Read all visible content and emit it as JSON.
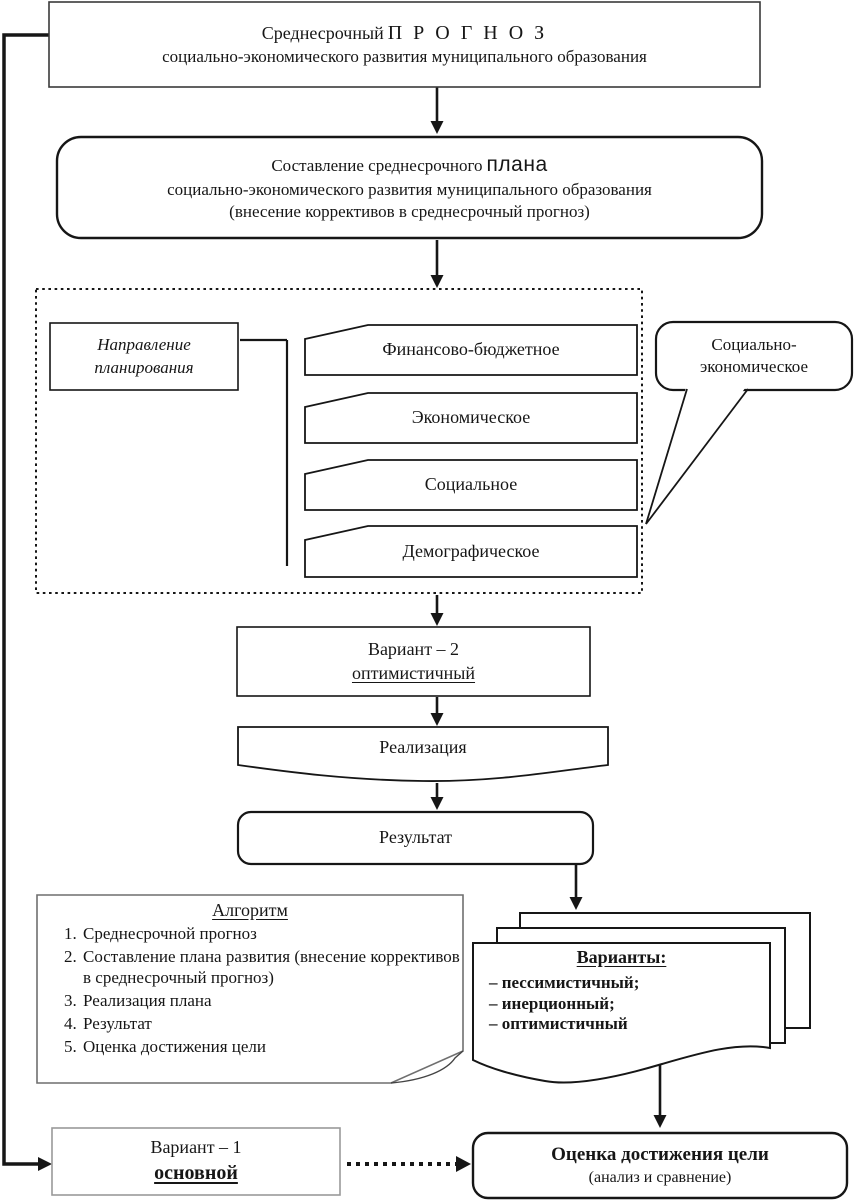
{
  "palette": {
    "ink": "#161616",
    "gray_border": "#999999",
    "note_border": "#6f6f6f",
    "bg": "#ffffff"
  },
  "nodes": {
    "forecast": {
      "line1_normal": "Среднесрочный",
      "line1_caps": "П Р О Г Н О З",
      "line2": "социально-экономического развития муниципального образования"
    },
    "plan": {
      "line1_prefix": "Составление среднесрочного",
      "line1_big": "плана",
      "line2": "социально-экономического развития муниципального образования",
      "line3": "(внесение коррективов в среднесрочный прогноз)"
    },
    "direction": {
      "line1": "Направление",
      "line2": "планирования"
    },
    "cards": [
      {
        "label": "Финансово-бюджетное"
      },
      {
        "label": "Экономическое"
      },
      {
        "label": "Социальное"
      },
      {
        "label": "Демографическое"
      }
    ],
    "callout": {
      "line1": "Социально-",
      "line2": "экономическое"
    },
    "variant2": {
      "line1": "Вариант – 2",
      "line2": "оптимистичный"
    },
    "realization": {
      "label": "Реализация"
    },
    "result": {
      "label": "Результат"
    },
    "algorithm": {
      "title": "Алгоритм",
      "items": [
        "Среднесрочной прогноз",
        "Составление плана развития (внесение коррективов в среднесрочный прогноз)",
        "Реализация плана",
        "Результат",
        "Оценка достижения цели"
      ]
    },
    "variants_doc": {
      "title": "Варианты:",
      "items": [
        "– пессимистичный;",
        "– инерционный;",
        "– оптимистичный"
      ]
    },
    "variant1": {
      "line1": "Вариант – 1",
      "line2": "основной"
    },
    "evaluation": {
      "line1": "Оценка достижения цели",
      "line2": "(анализ и сравнение)"
    }
  }
}
